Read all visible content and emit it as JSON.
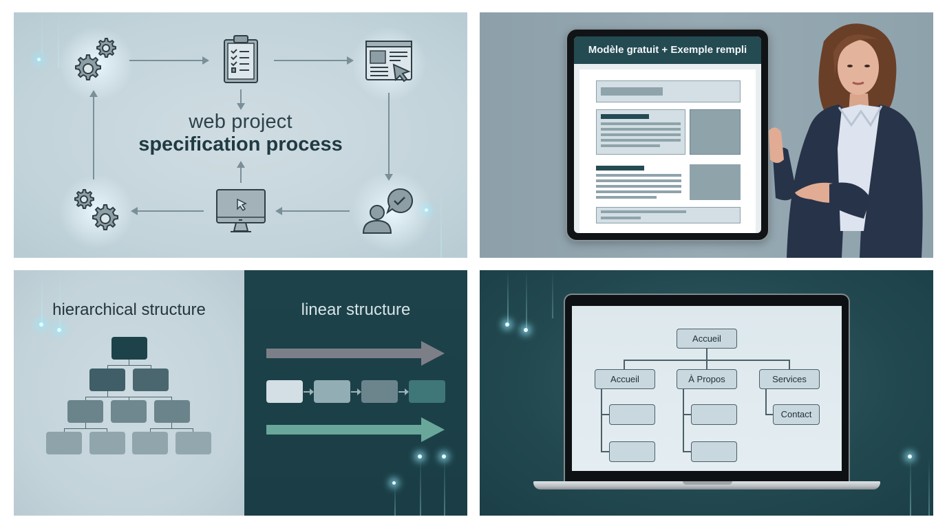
{
  "panels": {
    "process": {
      "title_line1": "web project",
      "title_line2": "specification process",
      "steps": [
        {
          "icon": "gears-icon",
          "position": "top-left"
        },
        {
          "icon": "clipboard-checklist-icon",
          "position": "top-center"
        },
        {
          "icon": "browser-window-cursor-icon",
          "position": "top-right"
        },
        {
          "icon": "user-approval-icon",
          "position": "bottom-right"
        },
        {
          "icon": "monitor-cursor-icon",
          "position": "bottom-center"
        },
        {
          "icon": "gears-icon",
          "position": "bottom-left"
        }
      ],
      "colors": {
        "icon_fill": "#8e9ea5",
        "icon_stroke": "#2e3e44",
        "arrow": "#7a8f98",
        "background": "#c6d6dc"
      }
    },
    "template": {
      "tablet_header": "Modèle gratuit + Exemple rempli",
      "person": "presenter-photo",
      "colors": {
        "header": "#244a52",
        "background": "#91a4ae",
        "blocks": "#8fa3ab"
      }
    },
    "structures": {
      "left_label": "hierarchical structure",
      "right_label": "linear structure",
      "colors": {
        "left_bg": "#c6d5dc",
        "right_bg": "#1d424a",
        "arrow_top": "#7d7f88",
        "arrow_bottom": "#6aa79b"
      }
    },
    "sitemap": {
      "root": "Accueil",
      "children": [
        {
          "label": "Accueil",
          "subpages": [
            "",
            ""
          ]
        },
        {
          "label": "À Propos",
          "subpages": [
            "",
            ""
          ]
        },
        {
          "label": "Services",
          "subpages": [
            "Contact"
          ]
        }
      ],
      "colors": {
        "node_fill": "#c9d8df",
        "node_border": "#4b5f66",
        "background": "#22484f"
      }
    }
  }
}
